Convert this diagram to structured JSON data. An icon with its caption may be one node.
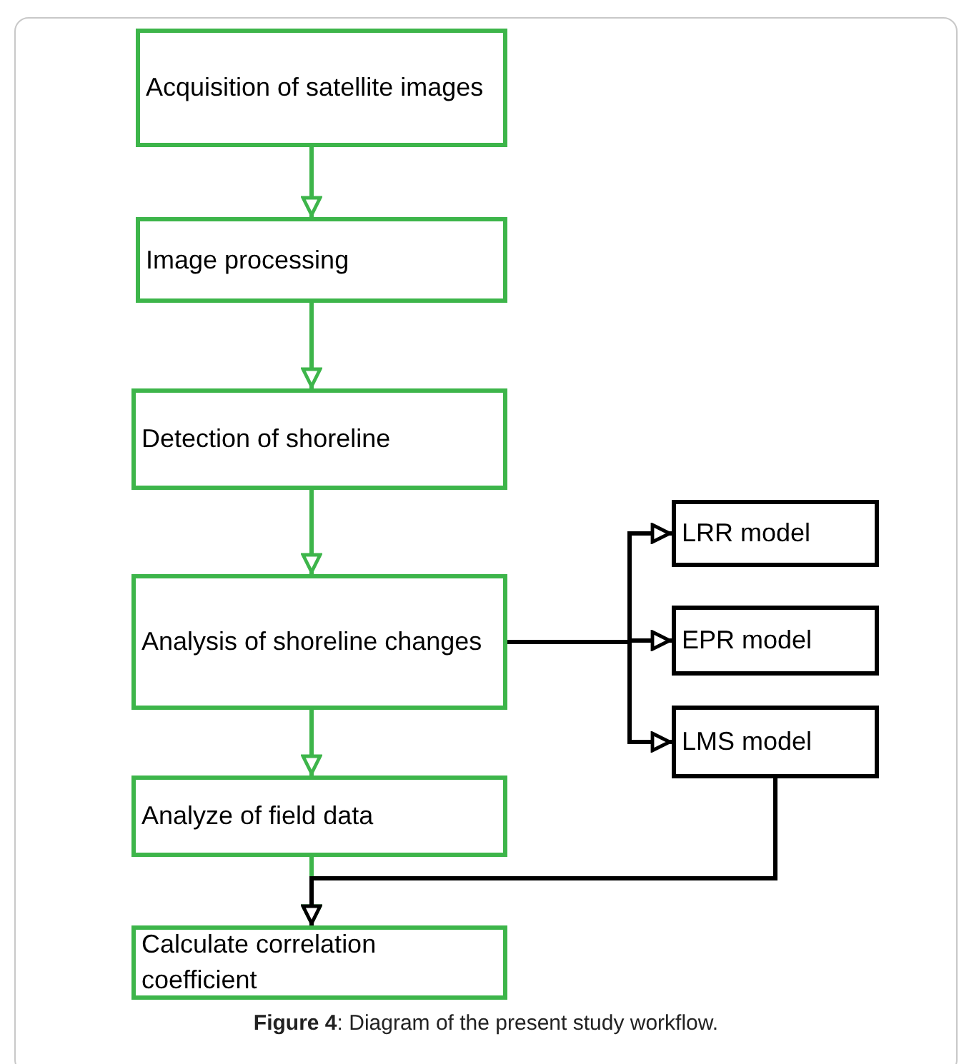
{
  "diagram": {
    "caption": "**Figure 4**: Diagram of the present study workflow.",
    "nodes": [
      {
        "text": [
          "Acquisition of satellite images"
        ]
      },
      {
        "text": [
          "Image processing"
        ]
      },
      {
        "text": [
          "Detection of shoreline"
        ]
      },
      {
        "text": [
          "Analysis of shoreline changes"
        ]
      },
      {
        "text": [
          "Analyze of field data"
        ]
      },
      {
        "text": [
          "Calculate correlation coefficient"
        ]
      },
      {
        "text": [
          "LRR model"
        ]
      },
      {
        "text": [
          "EPR model"
        ]
      },
      {
        "text": [
          "LMS model"
        ]
      }
    ],
    "edges": [
      {
        "from": 0,
        "to": 1,
        "arrow": "to"
      },
      {
        "from": 1,
        "to": 2,
        "arrow": "to"
      },
      {
        "from": 2,
        "to": 3,
        "arrow": "to"
      },
      {
        "from": 3,
        "to": 4,
        "arrow": "to"
      },
      {
        "from": 4,
        "to": 5,
        "arrow": "to"
      },
      {
        "from": 3,
        "to": 6,
        "arrow": "to",
        "color": "#000000"
      },
      {
        "from": 3,
        "to": 7,
        "arrow": "to",
        "color": "#000000"
      },
      {
        "from": 3,
        "to": 8,
        "arrow": "to",
        "color": "#000000"
      },
      {
        "from": 8,
        "to": 5,
        "arrow": "to",
        "color": "#000000"
      }
    ]
  }
}
